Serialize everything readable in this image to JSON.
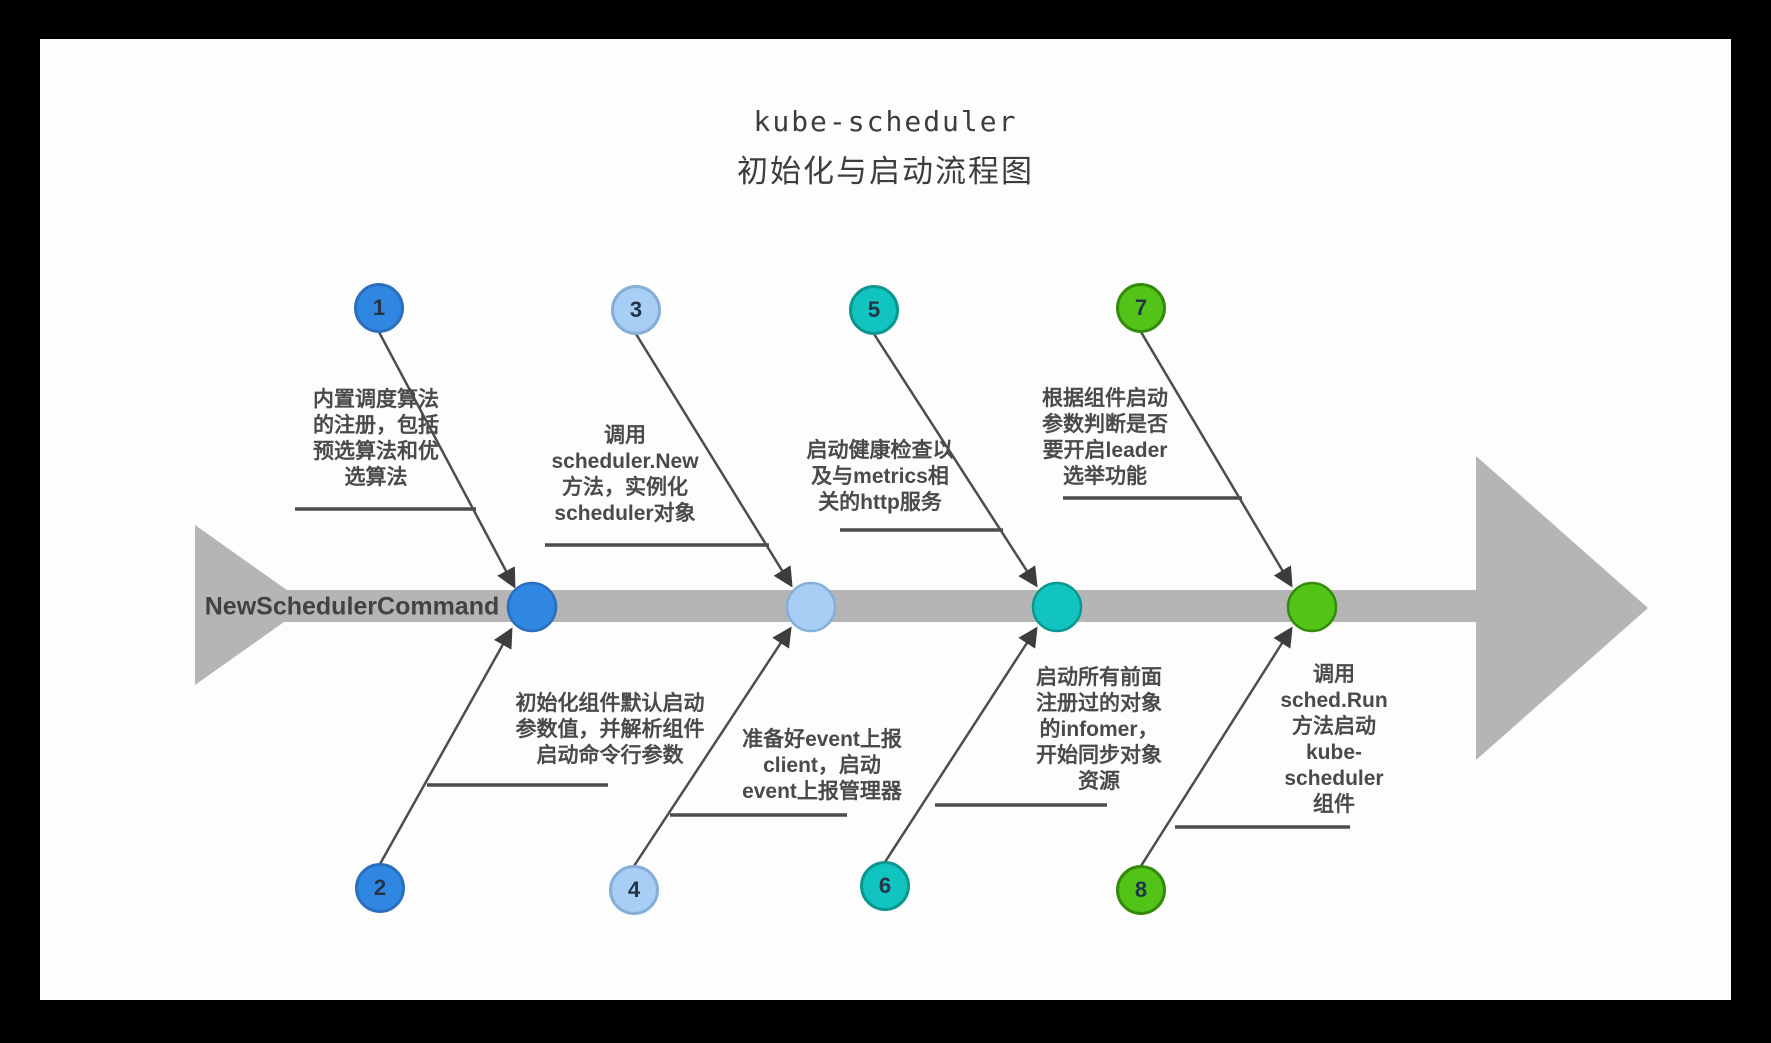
{
  "title": {
    "line1": "kube-scheduler",
    "line2": "初始化与启动流程图"
  },
  "spine": {
    "label": "NewSchedulerCommand"
  },
  "colors": {
    "frame": "#000000",
    "canvas": "#fdfdfd",
    "spine_gray": "#b5b5b5",
    "line_ink": "#4d4d4d",
    "step_blue": "#3087E2",
    "step_lightblue": "#A9CEF5",
    "step_teal": "#12C4C0",
    "step_green": "#52C417"
  },
  "steps": [
    {
      "num": "1",
      "side": "top",
      "color": "#3087E2",
      "text": "内置调度算法\n的注册，包括\n预选算法和优\n选算法"
    },
    {
      "num": "2",
      "side": "bottom",
      "color": "#3087E2",
      "text": "初始化组件默认启动\n参数值，并解析组件\n启动命令行参数"
    },
    {
      "num": "3",
      "side": "top",
      "color": "#A9CEF5",
      "text": "调用\nscheduler.New\n方法，实例化\nscheduler对象"
    },
    {
      "num": "4",
      "side": "bottom",
      "color": "#A9CEF5",
      "text": "准备好event上报\nclient，启动\nevent上报管理器"
    },
    {
      "num": "5",
      "side": "top",
      "color": "#12C4C0",
      "text": "启动健康检查以\n及与metrics相\n关的http服务"
    },
    {
      "num": "6",
      "side": "bottom",
      "color": "#12C4C0",
      "text": "启动所有前面\n注册过的对象\n的infomer，\n开始同步对象\n资源"
    },
    {
      "num": "7",
      "side": "top",
      "color": "#52C417",
      "text": "根据组件启动\n参数判断是否\n要开启leader\n选举功能"
    },
    {
      "num": "8",
      "side": "bottom",
      "color": "#52C417",
      "text": "调用\nsched.Run\n方法启动\nkube-\nscheduler\n组件"
    }
  ]
}
